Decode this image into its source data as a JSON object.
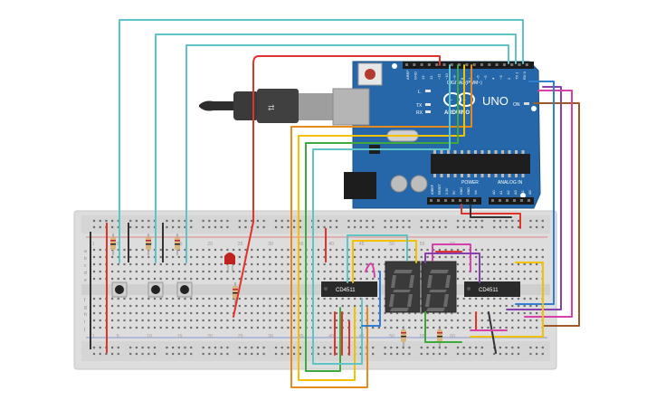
{
  "board": {
    "brand": "ARDUINO",
    "model": "UNO",
    "header_digital": "DIGITAL (PWM~)",
    "header_power": "POWER",
    "header_analog": "ANALOG IN",
    "led_l": "L",
    "led_tx": "TX",
    "led_rx": "RX",
    "led_on": "ON",
    "pins_top": [
      "AREF",
      "GND",
      "13",
      "12",
      "~11",
      "~10",
      "~9",
      "8",
      "7",
      "~6",
      "~5",
      "4",
      "~3",
      "2",
      "TX 1",
      "RX 0"
    ],
    "pins_power": [
      "IOREF",
      "RESET",
      "3.3V",
      "5V",
      "GND",
      "GND",
      "Vin"
    ],
    "pins_analog": [
      "A0",
      "A1",
      "A2",
      "A3",
      "A4",
      "A5"
    ]
  },
  "breadboard": {
    "col_labels": [
      "1",
      "5",
      "10",
      "15",
      "20",
      "25",
      "30",
      "35",
      "40",
      "45",
      "50",
      "55",
      "60"
    ],
    "row_labels_top": [
      "a",
      "b",
      "c",
      "d",
      "e"
    ],
    "row_labels_bottom": [
      "f",
      "g",
      "h",
      "i",
      "j"
    ]
  },
  "chips": {
    "left_label": "CD4511",
    "right_label": "CD4511"
  },
  "colors": {
    "wire_teal": "#5ec4c8",
    "wire_red": "#e0332b",
    "wire_orange": "#e8891b",
    "wire_yellow": "#f2c200",
    "wire_green": "#3faa3c",
    "wire_purple": "#8a3fb0",
    "wire_pink": "#d83fa8",
    "wire_blue": "#2f7fd6",
    "wire_brown": "#9a5a2e",
    "board_blue": "#2567a8",
    "breadboard": "#dcdcdc"
  }
}
